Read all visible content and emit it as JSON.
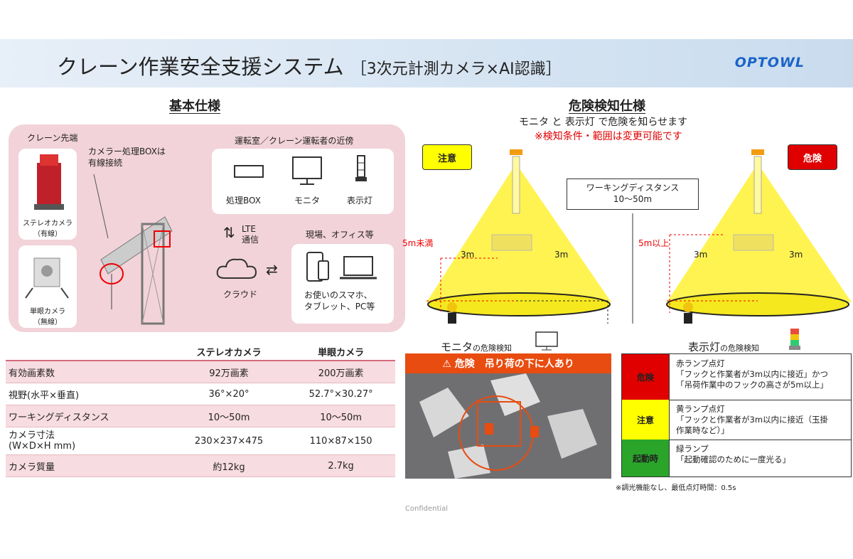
{
  "header": {
    "title": "クレーン作業安全支援システム",
    "subtitle": "［3次元計測カメラ×AI認識］",
    "logo": "OPTOWL"
  },
  "basic": {
    "title": "基本仕様",
    "crane_tip": "クレーン先端",
    "camera_box": "カメラー処理BOXは\n有線接続",
    "stereo_caption": "ステレオカメラ\n（有線）",
    "mono_caption": "単眼カメラ\n（無線）",
    "cab_title": "運転室／クレーン運転者の近傍",
    "devices": [
      "処理BOX",
      "モニタ",
      "表示灯"
    ],
    "lte": "LTE\n通信",
    "cloud": "クラウド",
    "site_title": "現場、オフィス等",
    "site_devices": "お使いのスマホ、\nタブレット、PC等"
  },
  "spec_table": {
    "headers": [
      "",
      "ステレオカメラ",
      "単眼カメラ"
    ],
    "rows": [
      [
        "有効画素数",
        "92万画素",
        "200万画素"
      ],
      [
        "視野(水平×垂直)",
        "36°×20°",
        "52.7°×30.27°"
      ],
      [
        "ワーキングディスタンス",
        "10～50m",
        "10～50m"
      ],
      [
        "カメラ寸法\n(W×D×H mm)",
        "230×237×475",
        "110×87×150"
      ],
      [
        "カメラ質量",
        "約12kg",
        "2.7kg"
      ]
    ]
  },
  "danger": {
    "title": "危険検知仕様",
    "line1": "モニタ と 表示灯 で危険を知らせます",
    "line2": "※検知条件・範囲は変更可能です",
    "caution_badge": "注意",
    "danger_badge": "危険",
    "working_distance": "ワーキングディスタンス\n10～50m",
    "under5": "5m未満",
    "over5": "5m以上",
    "dist": "3m",
    "monitor_label": "モニタ",
    "monitor_suffix": "の危険検知",
    "lamp_label": "表示灯",
    "lamp_suffix": "の危険検知",
    "alert": "⚠  危険　吊り荷の下に人あり",
    "lamps": [
      {
        "state": "危険",
        "color": "#e00000",
        "text": "赤ランプ点灯\n「フックと作業者が3m以内に接近」かつ\n「吊荷作業中のフックの高さが5m以上」"
      },
      {
        "state": "注意",
        "color": "#ffff00",
        "text": "黄ランプ点灯\n「フックと作業者が3m以内に接近（玉掛\n作業時など）」"
      },
      {
        "state": "起動時",
        "color": "#2aa52a",
        "text": "緑ランプ\n「起動確認のために一度光る」"
      }
    ],
    "note": "※調光機能なし、最低点灯時間：0.5s"
  },
  "footer": "Confidential",
  "colors": {
    "pink": "#f2d3d9",
    "accent": "#1b63c7",
    "red": "#e00000",
    "yellow": "#ffff00",
    "green": "#2aa52a"
  }
}
